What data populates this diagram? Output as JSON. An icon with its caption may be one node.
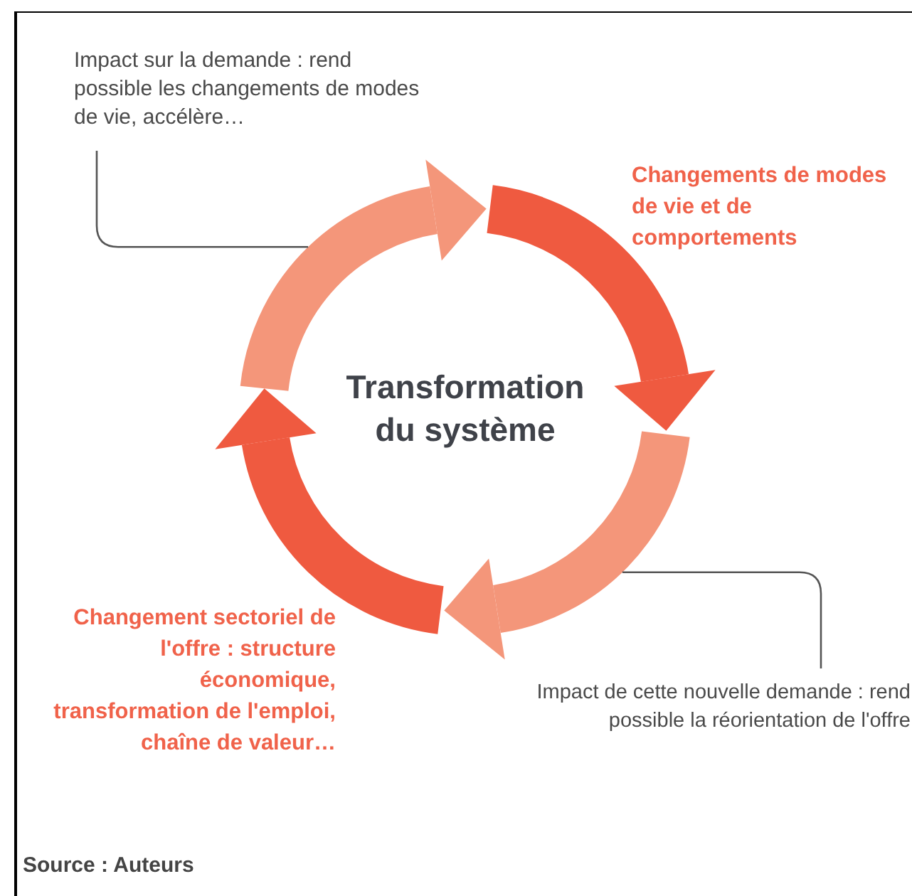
{
  "diagram": {
    "caption": "Source : Auteurs",
    "nodes": [
      {
        "text": [
          "Impact sur la demande : rend possible les changements de modes de vie, accélère…"
        ]
      },
      {
        "text": [],
        "shape": "arrow"
      },
      {
        "text": [],
        "shape": "arrow",
        "beside": [
          "Changements de modes de vie et de comportements"
        ]
      },
      {
        "text": [],
        "shape": "arrow"
      },
      {
        "text": [],
        "shape": "arrow",
        "beside": [
          "Changement sectoriel de l'offre : structure économique, transformation de l'emploi, chaîne de valeur…"
        ]
      },
      {
        "text": [
          "Impact de cette nouvelle demande : rend possible la réorientation de l'offre"
        ]
      }
    ],
    "edges": [
      {
        "from": 0,
        "to": 1,
        "arrow": "none"
      },
      {
        "from": 5,
        "to": 3,
        "arrow": "none"
      }
    ],
    "labels": [
      "Transformation du système"
    ]
  }
}
